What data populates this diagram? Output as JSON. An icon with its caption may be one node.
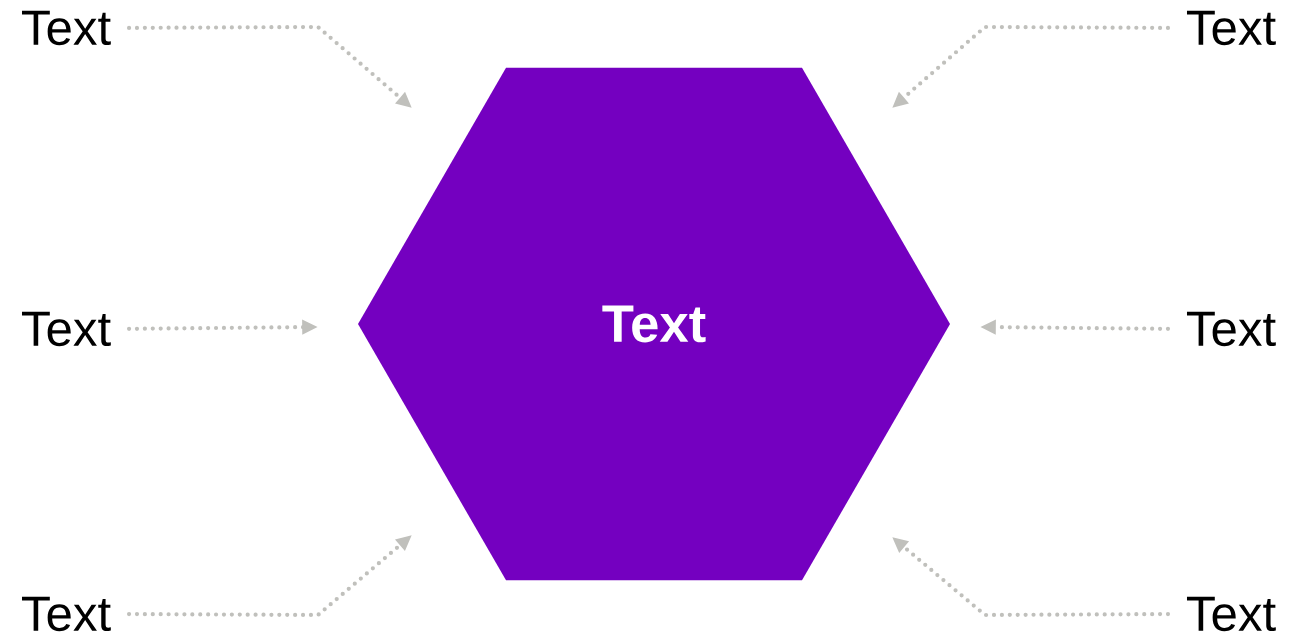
{
  "diagram": {
    "nodes": [
      {
        "text": [
          "Text"
        ]
      },
      {
        "text": [
          "Text"
        ]
      },
      {
        "text": [
          "Text"
        ]
      },
      {
        "text": [
          "Text"
        ]
      },
      {
        "text": [
          "Text"
        ]
      },
      {
        "text": [
          "Text"
        ]
      },
      {
        "text": [
          "Text"
        ]
      }
    ],
    "edges": [
      {
        "from": 1,
        "to": 0,
        "arrow": "to",
        "style": "dashed"
      },
      {
        "from": 2,
        "to": 0,
        "arrow": "to",
        "style": "dashed"
      },
      {
        "from": 3,
        "to": 0,
        "arrow": "to",
        "style": "dashed"
      },
      {
        "from": 4,
        "to": 0,
        "arrow": "to",
        "style": "dashed"
      },
      {
        "from": 5,
        "to": 0,
        "arrow": "to",
        "style": "dashed"
      },
      {
        "from": 6,
        "to": 0,
        "arrow": "to",
        "style": "dashed"
      }
    ]
  }
}
